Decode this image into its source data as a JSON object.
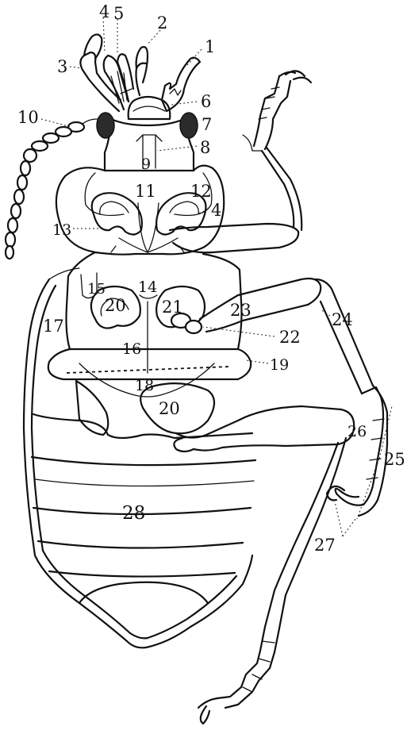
{
  "figure": {
    "colors": {
      "ink": "#111111",
      "paper": "#ffffff"
    },
    "labels": {
      "l1": "1",
      "l2": "2",
      "l3": "3",
      "l4": "4",
      "l5": "5",
      "l6": "6",
      "l7": "7",
      "l8": "8",
      "l9": "9",
      "l10": "10",
      "l11": "11",
      "l12": "12",
      "l4b": "4",
      "l13": "13",
      "l14": "14",
      "l15": "15",
      "l20a": "20",
      "l21": "21",
      "l23": "23",
      "l24": "24",
      "l17": "17",
      "l22": "22",
      "l16": "16",
      "l19": "19",
      "l18": "18",
      "l20b": "20",
      "l26": "26",
      "l25": "25",
      "l28": "28",
      "l27": "27"
    }
  }
}
